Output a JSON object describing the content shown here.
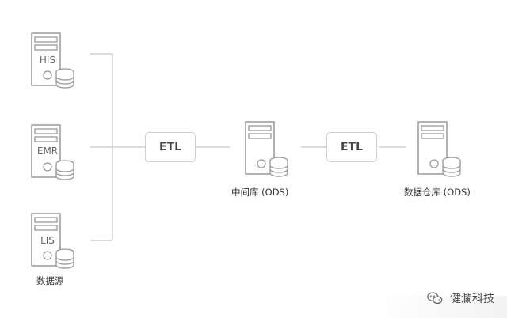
{
  "sources": [
    {
      "label": "HIS"
    },
    {
      "label": "EMR"
    },
    {
      "label": "LIS"
    }
  ],
  "source_group_caption": "数据源",
  "etl_1": "ETL",
  "etl_2": "ETL",
  "middle_caption": "中间库 (ODS)",
  "warehouse_caption": "数据仓库 (ODS)",
  "watermark_text": "健瀾科技",
  "colors": {
    "stroke": "#9a9a9a",
    "line": "#cfcfcf",
    "server_fill": "#ffffff"
  }
}
